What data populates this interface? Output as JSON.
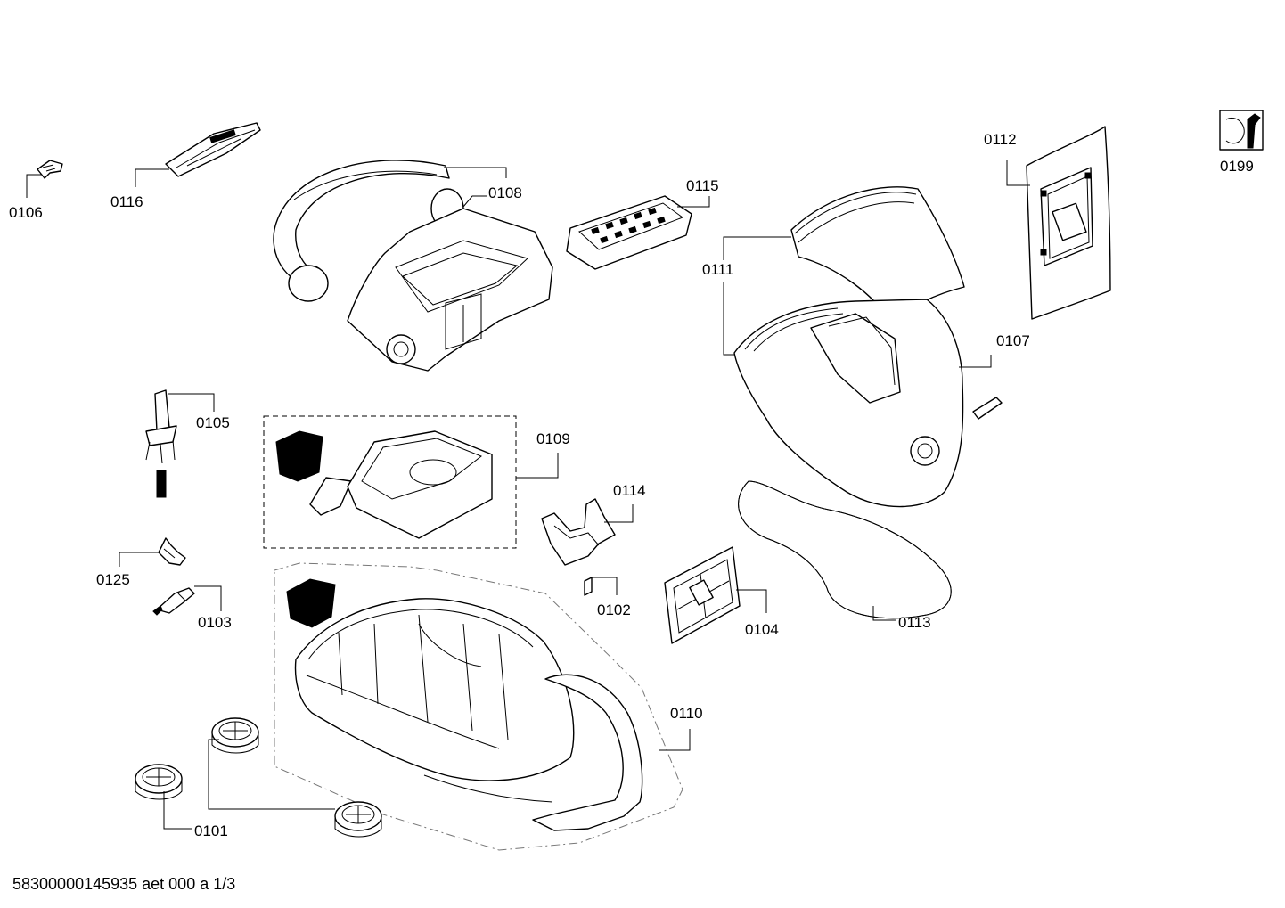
{
  "footer": "58300000145935 aet 000 a 1/3",
  "parts": {
    "p0101": "0101",
    "p0102": "0102",
    "p0103": "0103",
    "p0104": "0104",
    "p0105": "0105",
    "p0106": "0106",
    "p0107": "0107",
    "p0108": "0108",
    "p0109": "0109",
    "p0110": "0110",
    "p0111": "0111",
    "p0112": "0112",
    "p0113": "0113",
    "p0114": "0114",
    "p0115": "0115",
    "p0116": "0116",
    "p0125": "0125",
    "p0199": "0199"
  }
}
